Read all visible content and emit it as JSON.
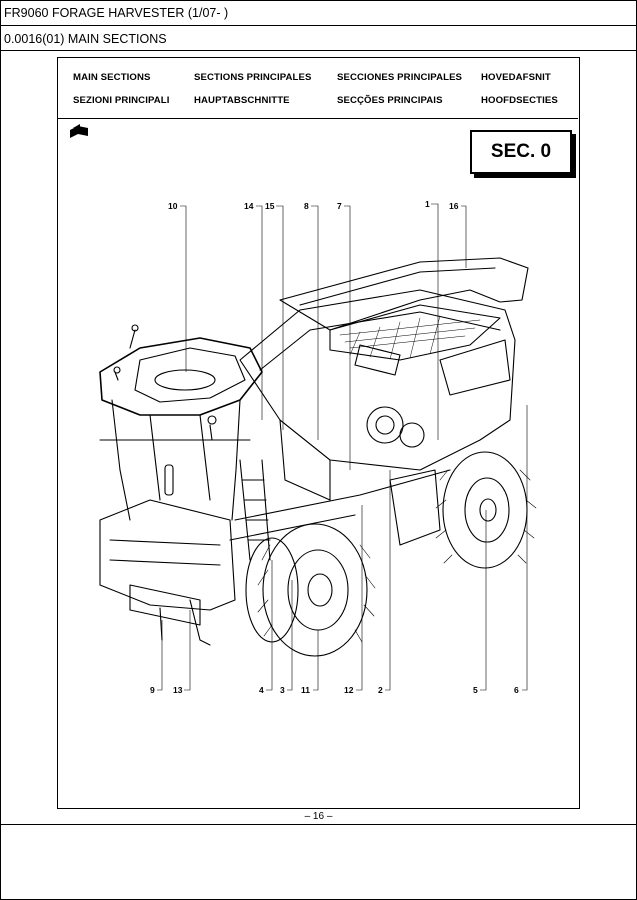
{
  "header": {
    "title": "FR9060 FORAGE HARVESTER (1/07- )",
    "subtitle": "0.0016(01) MAIN SECTIONS"
  },
  "section_titles": [
    [
      "MAIN SECTIONS",
      "SECTIONS PRINCIPALES",
      "SECCIONES PRINCIPALES",
      "HOVEDAFSNIT"
    ],
    [
      "SEZIONI PRINCIPALI",
      "HAUPTABSCHNITTE",
      "SECÇÕES PRINCIPAIS",
      "HOOFDSECTIES"
    ]
  ],
  "section_badge": "SEC. 0",
  "callouts_top": [
    "10",
    "14",
    "15",
    "8",
    "7",
    "1",
    "16"
  ],
  "callouts_bottom": [
    "9",
    "13",
    "4",
    "3",
    "11",
    "12",
    "2",
    "5",
    "6"
  ],
  "page_number": "– 16 –",
  "icon": "arrow-book-icon"
}
